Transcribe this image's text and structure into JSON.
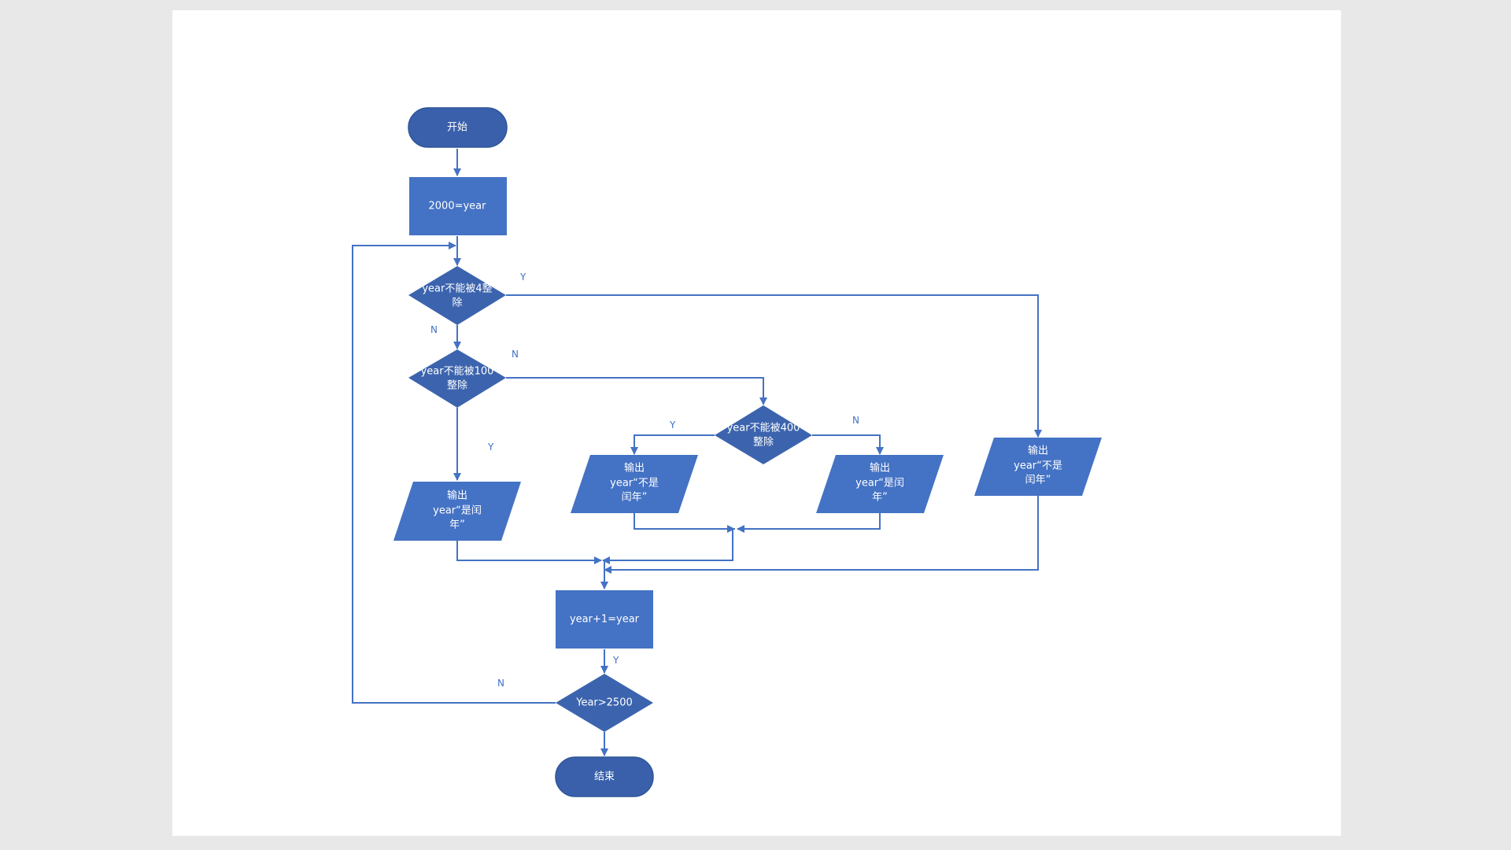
{
  "colors": {
    "shape_fill": "#4472c4",
    "decision_fill": "#3c64ae",
    "terminal_fill": "#3a60ab",
    "line": "#4472c4",
    "text": "#ffffff",
    "background": "#ffffff",
    "canvas": "#e8e8e8"
  },
  "nodes": {
    "start": {
      "label": [
        "开始"
      ]
    },
    "init": {
      "label": [
        "2000=year"
      ]
    },
    "div4": {
      "label": [
        "year不能被4整",
        "除"
      ]
    },
    "div100": {
      "label": [
        "year不能被100",
        "整除"
      ]
    },
    "div400": {
      "label": [
        "year不能被400",
        "整除"
      ]
    },
    "out_leap_left": {
      "label": [
        "输出",
        "year“是闰",
        "年”"
      ]
    },
    "out_notleap_mid": {
      "label": [
        "输出",
        "year“不是",
        "闰年”"
      ]
    },
    "out_leap_mid": {
      "label": [
        "输出",
        "year“是闰",
        "年”"
      ]
    },
    "out_notleap_right": {
      "label": [
        "输出",
        "year“不是",
        "闰年”"
      ]
    },
    "increment": {
      "label": [
        "year+1=year"
      ]
    },
    "check_end": {
      "label": [
        "Year>2500"
      ]
    },
    "end": {
      "label": [
        "结束"
      ]
    }
  },
  "edge_labels": {
    "div4_yes": "Y",
    "div4_no": "N",
    "div100_no": "N",
    "div100_yes": "Y",
    "div400_yes": "Y",
    "div400_no": "N",
    "increment_y": "Y",
    "loop_back_n": "N"
  }
}
